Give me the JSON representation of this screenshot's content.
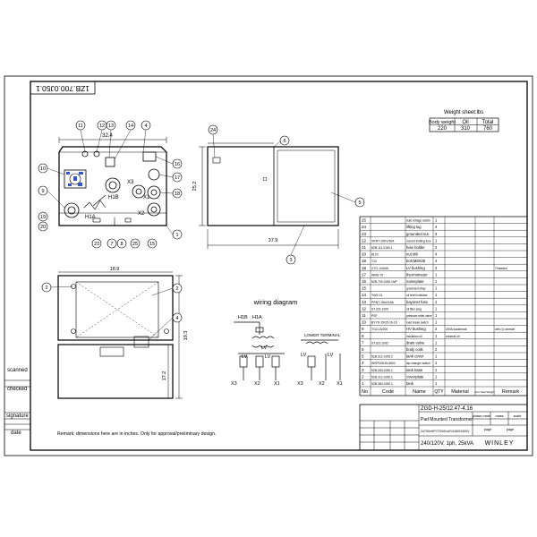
{
  "drawing_number": "1ZB.700.0J50.1",
  "weight_sheet": {
    "title": "Weight sheet:lbs",
    "headers": [
      "Body weight",
      "Oil",
      "Total"
    ],
    "values": [
      "220",
      "310",
      "760"
    ]
  },
  "wiring_title": "wiring diagram",
  "wiring_labels": {
    "h1b": "H1B",
    "h1a": "H1A",
    "lv1": "LV",
    "lv2": "LV",
    "lv3": "LV",
    "x3": "X3",
    "x2": "X2",
    "x1": "X1",
    "x3b": "X3",
    "x2b": "X2",
    "x1b": "X1",
    "lv_left": "LV",
    "lv_right": "LV",
    "switch_title": "LOWER TERMINAL"
  },
  "dimensions": {
    "front_width": "32.4",
    "side_height": "25.2",
    "side_width": "37.9",
    "top_width": "18.9",
    "top_height": "19.3",
    "top_inner": "17.2"
  },
  "front_labels": {
    "h1b": "H1B",
    "h1a": "H1A",
    "x1": "X1",
    "x2": "X2",
    "x3": "X3"
  },
  "callouts": {
    "c1": "1",
    "c2": "2",
    "c3": "3",
    "c4": "4",
    "c5": "5",
    "c6": "6",
    "c7": "7",
    "c8": "8",
    "c9": "9",
    "c10": "10",
    "c11": "11",
    "c12": "12",
    "c13": "13",
    "c14": "14",
    "c15": "15",
    "c16": "16",
    "c17": "17",
    "c18": "18",
    "c19": "19",
    "c20": "20",
    "c23": "23",
    "c24": "24",
    "c25": "25",
    "c2b": "2",
    "c4b": "4"
  },
  "bom": {
    "headers": [
      "No",
      "Code",
      "Name",
      "QTY",
      "Material",
      "Unit Total Weight",
      "Remark"
    ],
    "rows": [
      {
        "no": "25",
        "code": "",
        "name": "dual voltage switch",
        "qty": "1",
        "material": "",
        "remark": ""
      },
      {
        "no": "24",
        "code": "",
        "name": "lifting lug",
        "qty": "4",
        "material": "",
        "remark": ""
      },
      {
        "no": "23",
        "code": "",
        "name": "grounded nut",
        "qty": "3",
        "material": "",
        "remark": ""
      },
      {
        "no": "22",
        "code": "XRNT-15KV/30A",
        "name": "current limiting fuse",
        "qty": "1",
        "material": "",
        "remark": ""
      },
      {
        "no": "21",
        "code": "8ZB.111.0J50.1",
        "name": "fuse holder",
        "qty": "2",
        "material": "",
        "remark": ""
      },
      {
        "no": "20",
        "code": "8170",
        "name": "nut M8",
        "qty": "4",
        "material": "",
        "remark": ""
      },
      {
        "no": "19",
        "code": "T12",
        "name": "bolt M8X25",
        "qty": "4",
        "material": "",
        "remark": ""
      },
      {
        "no": "18",
        "code": "XTG-1/400A",
        "name": "LV bushing",
        "qty": "3",
        "material": "",
        "remark": "Threaded"
      },
      {
        "no": "17",
        "code": "WMS-70",
        "name": "thermometer",
        "qty": "1",
        "material": "",
        "remark": ""
      },
      {
        "no": "16",
        "code": "5ZB.700.0J50.1NP",
        "name": "nameplate",
        "qty": "1",
        "material": "",
        "remark": ""
      },
      {
        "no": "15",
        "code": "",
        "name": "grounded strap",
        "qty": "1",
        "material": "",
        "remark": ""
      },
      {
        "no": "14",
        "code": "YWZ-01",
        "name": "oil level indicator",
        "qty": "1",
        "material": "",
        "remark": ""
      },
      {
        "no": "13",
        "code": "PRNT-15kV/15A",
        "name": "bayonet fuse",
        "qty": "1",
        "material": "",
        "remark": ""
      },
      {
        "no": "12",
        "code": "ST.322.1009",
        "name": "oil filler plug",
        "qty": "1",
        "material": "",
        "remark": ""
      },
      {
        "no": "11",
        "code": "PSF",
        "name": "pressure relief valve",
        "qty": "1",
        "material": "",
        "remark": ""
      },
      {
        "no": "10",
        "code": "BYYD-15/25-16-16",
        "name": "load break switch",
        "qty": "1",
        "material": "",
        "remark": ""
      },
      {
        "no": "9",
        "code": "TGZ-15/200",
        "name": "HV bushing",
        "qty": "2",
        "material": "200A loadbreak",
        "remark": "with (1) arrester"
      },
      {
        "no": "8",
        "code": "",
        "name": "insulation oil",
        "qty": "1",
        "material": "mineral oil",
        "remark": ""
      },
      {
        "no": "7",
        "code": "ST.322.1002",
        "name": "drain valve",
        "qty": "1",
        "material": "",
        "remark": ""
      },
      {
        "no": "6",
        "code": "",
        "name": "body coils",
        "qty": "2",
        "material": "",
        "remark": ""
      },
      {
        "no": "5",
        "code": "5ZB.312.0J50.2",
        "name": "tank cover",
        "qty": "1",
        "material": "",
        "remark": ""
      },
      {
        "no": "4",
        "code": "WSP163/25-6502",
        "name": "tap changer switch",
        "qty": "1",
        "material": "",
        "remark": ""
      },
      {
        "no": "3",
        "code": "5ZB.053.0J50.1",
        "name": "tank base",
        "qty": "1",
        "material": "",
        "remark": ""
      },
      {
        "no": "2",
        "code": "5ZB.312.0J50.1",
        "name": "coverplate",
        "qty": "1",
        "material": "",
        "remark": ""
      },
      {
        "no": "1",
        "code": "5ZB.384.0J50.1",
        "name": "tank",
        "qty": "1",
        "material": "",
        "remark": ""
      }
    ]
  },
  "title_block": {
    "model": "ZGD-H-25/12.47-4.16",
    "desc": "Pad Mounted Transformer",
    "spec": "240/120V, 1ph, 25kVA",
    "company": "WINLEY",
    "small_row1": "24700xHP/7200GrdY/4160/2400V",
    "cols": [
      "phase mark",
      "mass",
      "scale"
    ],
    "cols2": [
      "page",
      "page"
    ]
  },
  "left_strip": [
    "scanned",
    "checked",
    "signature",
    "date"
  ],
  "remark": "Remark: dimensions here are in inches. Only for approval/preliminary design."
}
